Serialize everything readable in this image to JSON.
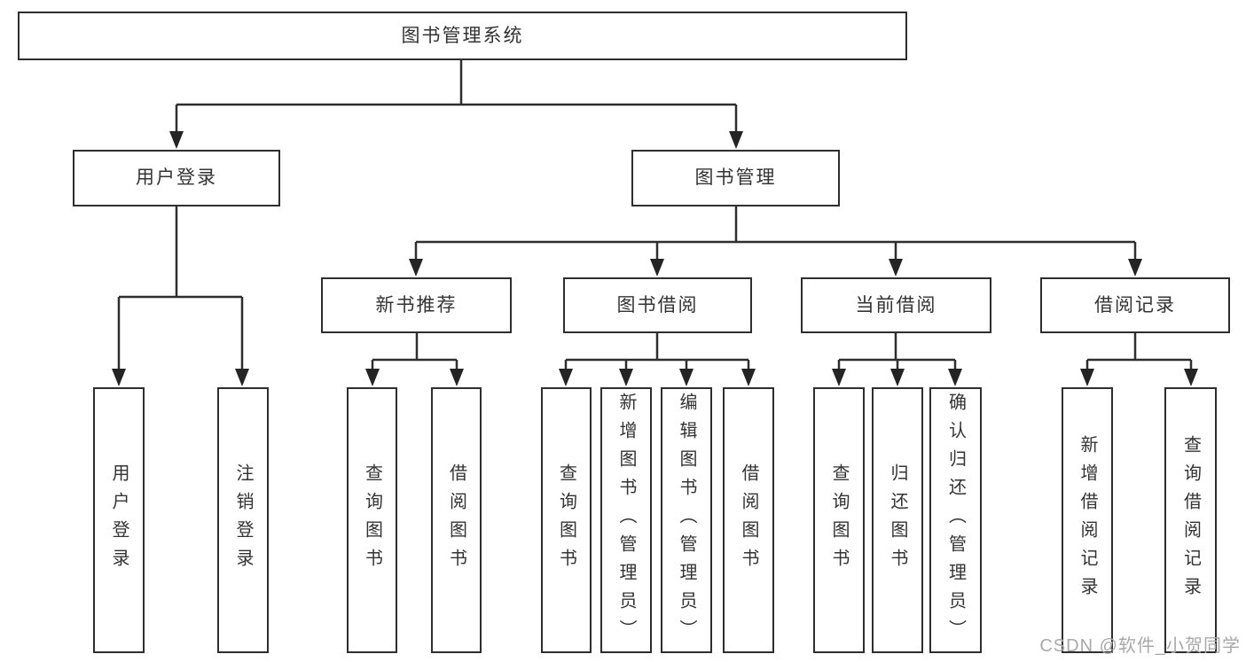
{
  "diagram": {
    "root": "图书管理系统",
    "branches": [
      {
        "label": "用户登录",
        "children": [
          "用户登录",
          "注销登录"
        ]
      },
      {
        "label": "图书管理",
        "sections": [
          {
            "label": "新书推荐",
            "children": [
              "查询图书",
              "借阅图书"
            ]
          },
          {
            "label": "图书借阅",
            "children": [
              "查询图书",
              "新增图书（管理员）",
              "编辑图书（管理员）",
              "借阅图书"
            ]
          },
          {
            "label": "当前借阅",
            "children": [
              "查询图书",
              "归还图书",
              "确认归还（管理员）"
            ]
          },
          {
            "label": "借阅记录",
            "children": [
              "新增借阅记录",
              "查询借阅记录"
            ]
          }
        ]
      }
    ]
  },
  "watermark": {
    "text": "CSDN @软件_小贺同学"
  },
  "colors": {
    "line": "#2e2e2e",
    "arrow": "#242424",
    "text": "#333333",
    "background": "#ffffff",
    "watermark": "#a9a9a9"
  }
}
